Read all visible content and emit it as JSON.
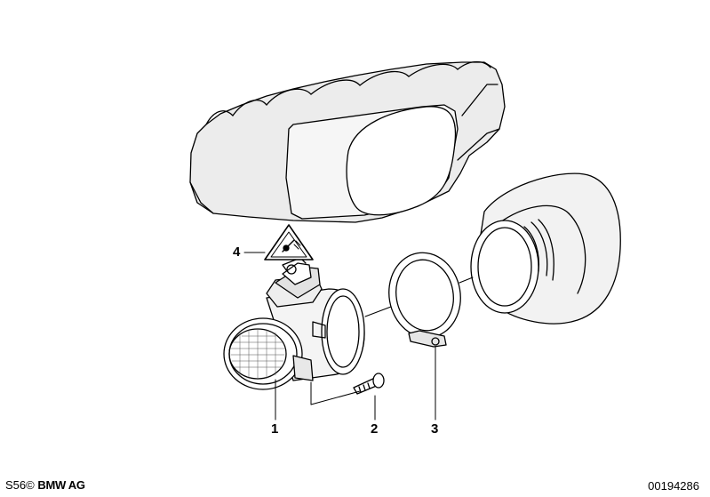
{
  "parts": [
    {
      "id": "callout-1",
      "label": "1"
    },
    {
      "id": "callout-2",
      "label": "2"
    },
    {
      "id": "callout-3",
      "label": "3"
    },
    {
      "id": "callout-4",
      "label": "4"
    }
  ],
  "footer": {
    "prefix": "S56",
    "copyright_symbol": "©",
    "brand": "BMW AG",
    "document_number": "00194286"
  }
}
